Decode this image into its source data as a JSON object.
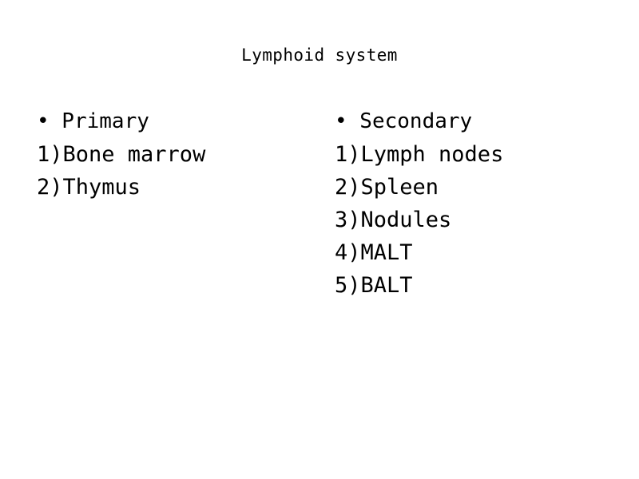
{
  "slide": {
    "title": "Lymphoid system",
    "background_color": "#ffffff",
    "text_color": "#000000",
    "columns": [
      {
        "id": "primary",
        "heading": "• Primary",
        "items": [
          "1)Bone marrow",
          "2)Thymus"
        ]
      },
      {
        "id": "secondary",
        "heading": "• Secondary",
        "items": [
          "1)Lymph nodes",
          "2)Spleen",
          "3)Nodules",
          "4)MALT",
          "5)BALT"
        ]
      }
    ]
  }
}
